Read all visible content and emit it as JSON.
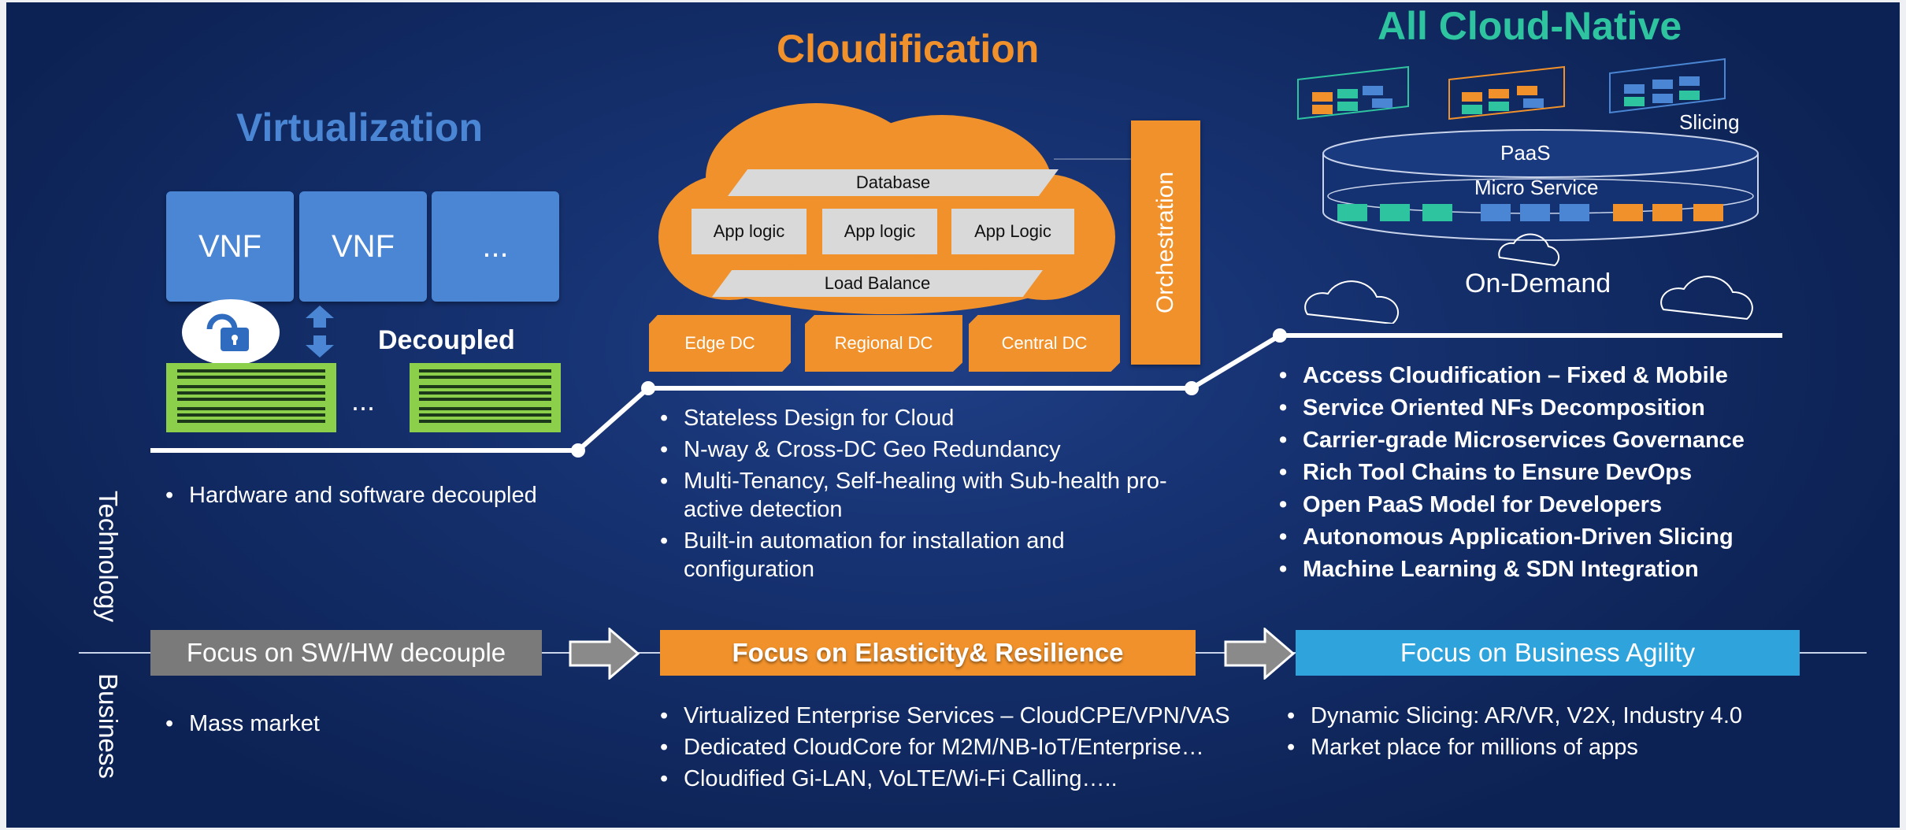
{
  "colors": {
    "background": "#13306c",
    "virtualization_blue": "#4a86d4",
    "cloud_orange": "#f0912b",
    "native_green": "#2fc4a0",
    "agility_blue": "#2fa3db",
    "gray_band": "#7a7a7a",
    "server_green": "#8ccf4a"
  },
  "virtualization": {
    "title": "Virtualization",
    "vnf1": "VNF",
    "vnf2": "VNF",
    "vnf3": "...",
    "servers_ellipsis": "...",
    "decoupled": "Decoupled",
    "bullets": [
      "Hardware and software decoupled"
    ]
  },
  "cloudification": {
    "title": "Cloudification",
    "database": "Database",
    "app1": "App logic",
    "app2": "App logic",
    "app3": "App Logic",
    "load_balance": "Load Balance",
    "orchestration": "Orchestration",
    "edge_dc": "Edge DC",
    "regional_dc": "Regional DC",
    "central_dc": "Central DC",
    "bullets": [
      "Stateless Design for Cloud",
      "N-way & Cross-DC Geo Redundancy",
      "Multi-Tenancy, Self-healing with Sub-health pro-active detection",
      "Built-in automation for installation and configuration"
    ]
  },
  "cloud_native": {
    "title": "All Cloud-Native",
    "slicing": "Slicing",
    "paas": "PaaS",
    "micro_service": "Micro Service",
    "on_demand": "On-Demand",
    "bullets": [
      "Access Cloudification – Fixed & Mobile",
      "Service Oriented NFs Decomposition",
      "Carrier-grade Microservices Governance",
      "Rich Tool Chains to Ensure DevOps",
      "Open PaaS Model for Developers",
      "Autonomous Application-Driven Slicing",
      "Machine Learning & SDN Integration"
    ]
  },
  "side_labels": {
    "technology": "Technology",
    "business": "Business"
  },
  "focus": {
    "f1": "Focus on SW/HW decouple",
    "f2": "Focus on Elasticity& Resilience",
    "f3": "Focus on Business Agility"
  },
  "business": {
    "b1": [
      "Mass market"
    ],
    "b2": [
      "Virtualized Enterprise Services – CloudCPE/VPN/VAS",
      "Dedicated CloudCore for M2M/NB-IoT/Enterprise…",
      "Cloudified Gi-LAN, VoLTE/Wi-Fi Calling….."
    ],
    "b3": [
      "Dynamic Slicing: AR/VR, V2X, Industry 4.0",
      "Market place for millions of apps"
    ]
  }
}
